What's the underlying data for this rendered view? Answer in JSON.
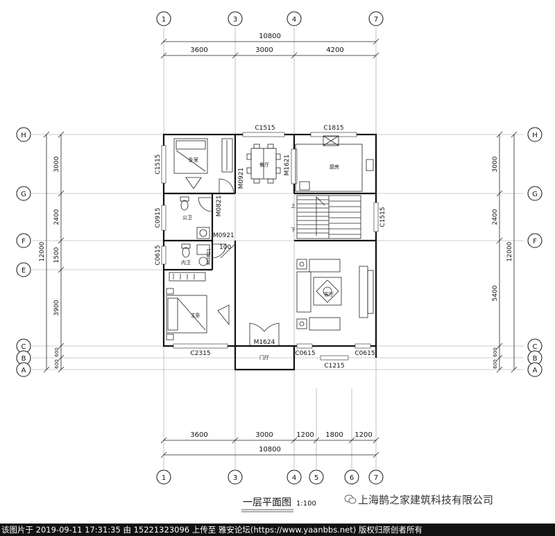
{
  "drawing": {
    "title": "一层平面图",
    "scale": "1:100"
  },
  "axes_top": [
    "1",
    "3",
    "4",
    "7"
  ],
  "axes_bottom": [
    "1",
    "3",
    "4",
    "5",
    "6",
    "7"
  ],
  "axes_left": [
    "H",
    "G",
    "F",
    "E",
    "C",
    "B",
    "A"
  ],
  "axes_right": [
    "H",
    "G",
    "F",
    "C",
    "B",
    "A"
  ],
  "dims": {
    "top_total": "10800",
    "top_segments": [
      "3600",
      "3000",
      "4200"
    ],
    "bottom_total": "10800",
    "bottom_segments": [
      "3600",
      "3000",
      "1200",
      "1800",
      "1200"
    ],
    "left_total": "12000",
    "left_segments": [
      "3000",
      "2400",
      "1500",
      "3900",
      "600",
      "600"
    ],
    "right_total": "12000",
    "right_segments": [
      "3000",
      "2400",
      "5400",
      "600",
      "600"
    ]
  },
  "rooms": {
    "bedroom": "卧室",
    "dining": "餐厅",
    "kitchen": "厨房",
    "public_wc": "公卫",
    "inner_wc": "内卫",
    "master": "主卧",
    "living": "客厅",
    "foyer": "门厅",
    "stair_up": "上",
    "stair_down": "下"
  },
  "labels": {
    "c1515_top": "C1515",
    "c1815": "C1815",
    "c1515_left": "C1515",
    "m0921_a": "M0921",
    "m1621": "M1621",
    "m0821_a": "M0821",
    "c0915": "C0915",
    "c1515_right": "C1515",
    "m0921_b": "M0921",
    "m0821_b": "M0821",
    "val_100": "100",
    "c0615_left": "C0615",
    "c2315": "C2315",
    "m1624": "M1624",
    "c0615_a": "C0615",
    "c0615_b": "C0615",
    "c1215": "C1215"
  },
  "watermark": {
    "company": "上海鹊之家建筑科技有限公司"
  },
  "footer": {
    "text": "该图片于 2019-09-11 17:31:35 由 15221323096 上传至 雅安论坛(https://www.yaanbbs.net) 版权归原创者所有"
  },
  "colors": {
    "line": "#111111",
    "grid": "#999999",
    "footer_bg": "#111111"
  }
}
